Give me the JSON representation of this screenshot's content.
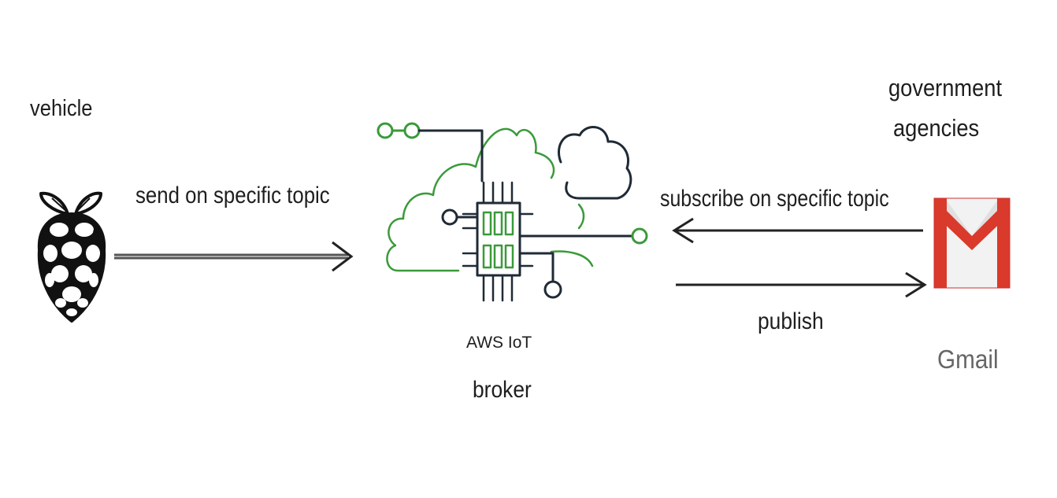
{
  "nodes": {
    "vehicle": {
      "label": "vehicle",
      "icon": "raspberry-pi-icon"
    },
    "broker": {
      "service_label": "AWS IoT",
      "label": "broker",
      "icon": "aws-iot-cloud-icon"
    },
    "agencies": {
      "label_line1": "government",
      "label_line2": "agencies",
      "icon": "gmail-icon",
      "service_label": "Gmail"
    }
  },
  "edges": {
    "vehicle_to_broker": "send on specific topic",
    "agencies_subscribe": "subscribe on specific topic",
    "broker_publish": "publish"
  },
  "colors": {
    "iot_green": "#3a9a3a",
    "iot_dark": "#1f2a36",
    "gmail_red": "#d93a2b",
    "arrow": "#222222"
  }
}
